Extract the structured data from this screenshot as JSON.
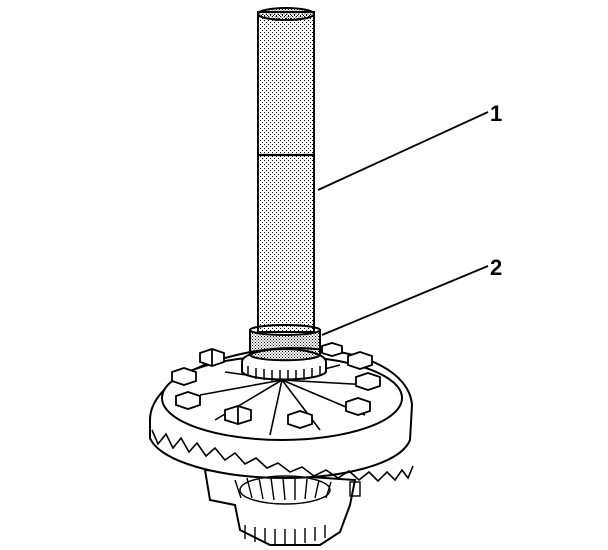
{
  "callouts": [
    {
      "number": "1",
      "part": "installer tool"
    },
    {
      "number": "2",
      "part": "bearing"
    }
  ],
  "colors": {
    "line": "#000000",
    "background": "#ffffff",
    "stipple": "#000000"
  }
}
